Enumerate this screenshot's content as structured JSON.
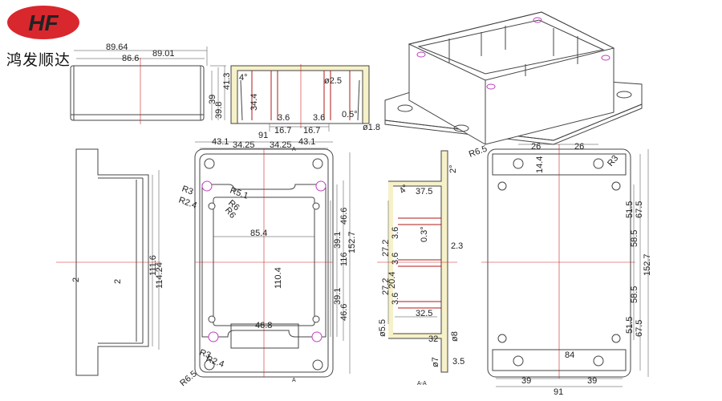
{
  "brand": {
    "logo_text": "HF",
    "name": "鸿发顺达"
  },
  "colors": {
    "logo_red": "#d9272e",
    "outline": "#444444",
    "center_line": "#cc2222",
    "hole": "#c040c0",
    "rib_fill": "#f6f1c8",
    "rib_lines": "#b01818"
  },
  "icons": [
    "logo-icon",
    "screw-hole-icon"
  ],
  "dimensions": {
    "top_width_1": "89.64",
    "top_width_2": "86.6",
    "top_width_3": "89.01",
    "top_height_1": "39",
    "top_height_2": "39.8",
    "top_height_3": "41.3",
    "sec_angle": "4°",
    "sec_hole": "ø2.5",
    "sec_depth": "34.4",
    "sec_wall_1": "3.6",
    "sec_wall_2": "3.6",
    "sec_draft": "0.5°",
    "sec_half_1": "16.7",
    "sec_half_2": "16.7",
    "sec_pin": "ø1.8",
    "plan_total": "91",
    "plan_q1": "43.1",
    "plan_q2": "34.25",
    "plan_q3": "34.25",
    "plan_q4": "43.1",
    "plan_r1": "R3",
    "plan_r2": "R2.4",
    "plan_r3": "R5.1",
    "plan_r4": "R6",
    "plan_r5": "R6",
    "plan_inner_w": "85.4",
    "plan_inner_h": "110.4",
    "plan_v1": "39.1",
    "plan_v2": "46.6",
    "plan_v3": "116",
    "plan_v4": "152.7",
    "plan_v5": "39.1",
    "plan_v6": "46.6",
    "plan_bottom_w": "46.8",
    "plan_br1": "R3",
    "plan_br2": "R2.4",
    "plan_corner": "R6.5",
    "side_h1": "111.6",
    "side_h2": "114.24",
    "side_t1": "2",
    "side_t2": "2",
    "sd_top": "2°",
    "sd_w": "37.5",
    "sd_angle": "4°",
    "sd_draft": "0.3°",
    "sd_r1": "3.6",
    "sd_r2": "27.2",
    "sd_r3": "3.6",
    "sd_r4": "20.4",
    "sd_r5": "27.2",
    "sd_r6": "3.6",
    "sd_wall": "2.3",
    "sd_base": "32.5",
    "sd_d1": "ø5.5",
    "sd_d2": "ø8",
    "sd_len": "32",
    "sd_d3": "ø7",
    "sd_foot": "3.5",
    "bp_corner": "R6.5",
    "bp_top1": "26",
    "bp_top2": "26",
    "bp_r": "R3",
    "bp_off": "14.4",
    "bp_v1": "51.5",
    "bp_v2": "67.5",
    "bp_v3": "58.5",
    "bp_total": "152.7",
    "bp_v4": "58.5",
    "bp_v5": "51.5",
    "bp_v6": "67.5",
    "bp_span": "84",
    "bp_b1": "39",
    "bp_b2": "39",
    "bp_total_w": "91"
  },
  "labels": {
    "section_mark_1": "A",
    "section_mark_2": "A",
    "section_tag": "A-A"
  }
}
